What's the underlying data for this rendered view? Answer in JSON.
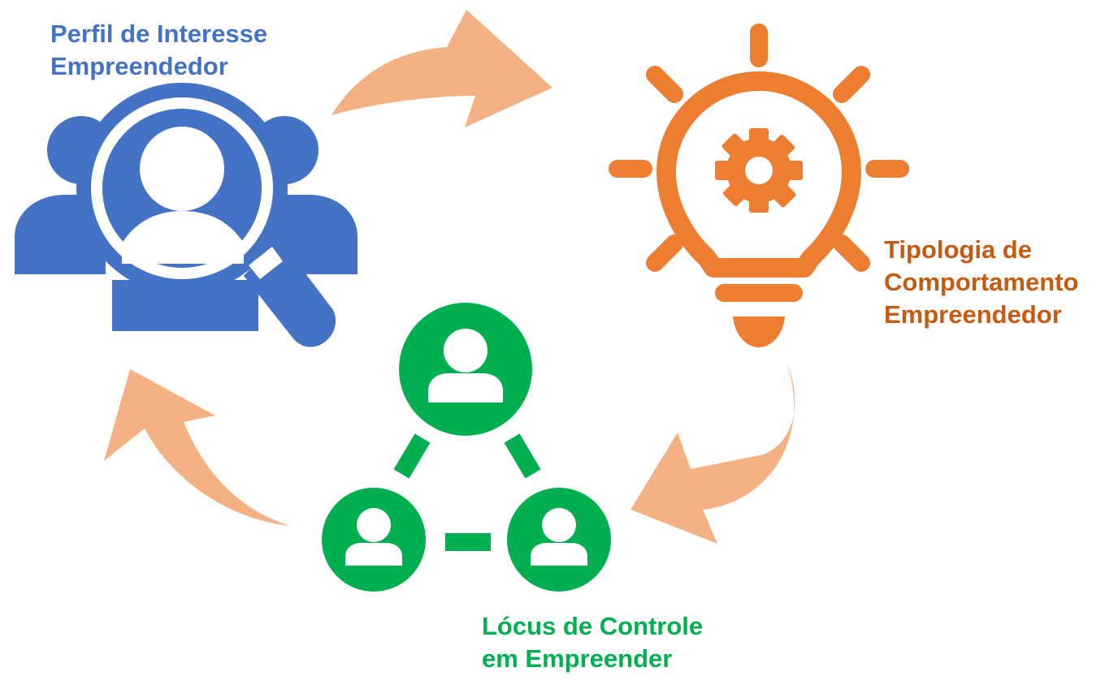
{
  "colors": {
    "blue": "#4472C4",
    "orange": "#ED7D31",
    "orange_text": "#C55A11",
    "green": "#00B050",
    "arrow": "#F4B183",
    "background": "#FFFFFF"
  },
  "nodes": {
    "perfil": {
      "icon": "people-search-icon",
      "label_line1": "Perfil de Interesse",
      "label_line2": "Empreendedor"
    },
    "tipologia": {
      "icon": "lightbulb-gear-icon",
      "label_line1": "Tipologia de",
      "label_line2": "Comportamento",
      "label_line3": "Empreendedor"
    },
    "locus": {
      "icon": "user-network-icon",
      "label_line1": "Lócus de Controle",
      "label_line2": "em Empreender"
    }
  },
  "arrows": [
    "cycle-arrow-top",
    "cycle-arrow-right",
    "cycle-arrow-left"
  ]
}
